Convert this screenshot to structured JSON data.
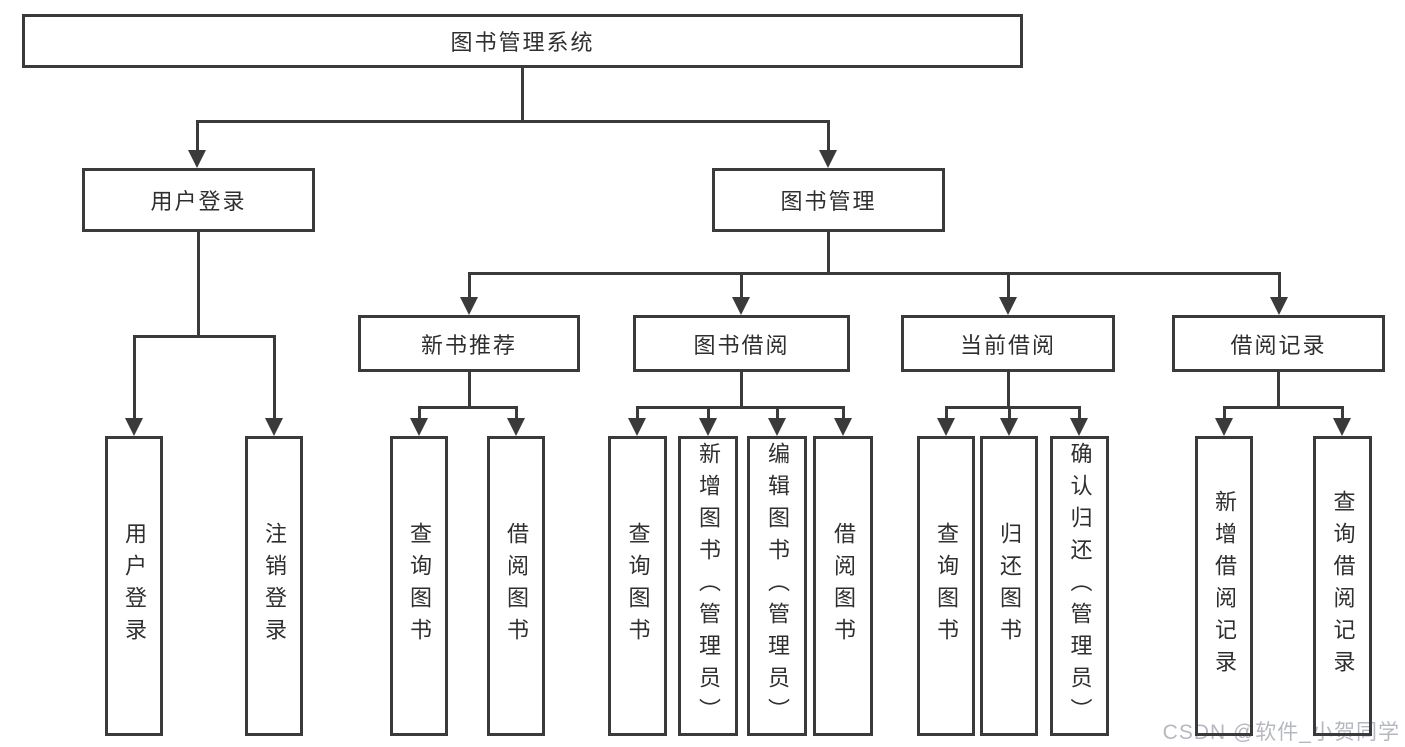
{
  "diagram": {
    "type": "hierarchy-tree",
    "title": "图书管理系统",
    "colors": {
      "line": "#3a3a3a",
      "text": "#2f2f2f",
      "background": "#ffffff",
      "watermark": "#b5b8c0"
    },
    "nodes": {
      "root": "图书管理系统",
      "user_login": "用户登录",
      "book_mgmt": "图书管理",
      "new_book_rec": "新书推荐",
      "book_borrow": "图书借阅",
      "current_borrow": "当前借阅",
      "borrow_records": "借阅记录",
      "user_login_children": {
        "login": "用户登录",
        "logout": "注销登录"
      },
      "new_book_rec_children": {
        "query": "查询图书",
        "borrow": "借阅图书"
      },
      "book_borrow_children": {
        "query": "查询图书",
        "add": "新增图书（管理员）",
        "edit": "编辑图书（管理员）",
        "borrow": "借阅图书"
      },
      "current_borrow_children": {
        "query": "查询图书",
        "return": "归还图书",
        "confirm_return": "确认归还（管理员）"
      },
      "borrow_records_children": {
        "add": "新增借阅记录",
        "query": "查询借阅记录"
      }
    },
    "watermark": "CSDN @软件_小贺同学"
  }
}
